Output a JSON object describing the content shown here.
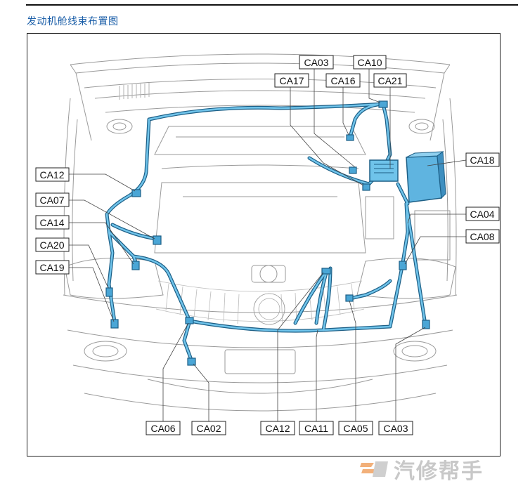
{
  "title": "发动机舱线束布置图",
  "labels": {
    "ca03_top": "CA03",
    "ca10": "CA10",
    "ca17": "CA17",
    "ca16": "CA16",
    "ca21": "CA21",
    "ca18": "CA18",
    "ca12_left": "CA12",
    "ca07": "CA07",
    "ca14": "CA14",
    "ca20": "CA20",
    "ca19": "CA19",
    "ca04": "CA04",
    "ca08": "CA08",
    "ca06": "CA06",
    "ca02": "CA02",
    "ca12_bottom": "CA12",
    "ca11": "CA11",
    "ca05": "CA05",
    "ca03_bottom": "CA03"
  },
  "watermark": "汽修帮手",
  "colors": {
    "harness": "#4aa6d6",
    "harness_dark": "#1d5f86",
    "title": "#1a5ea8",
    "outline": "#9a9a9a"
  }
}
